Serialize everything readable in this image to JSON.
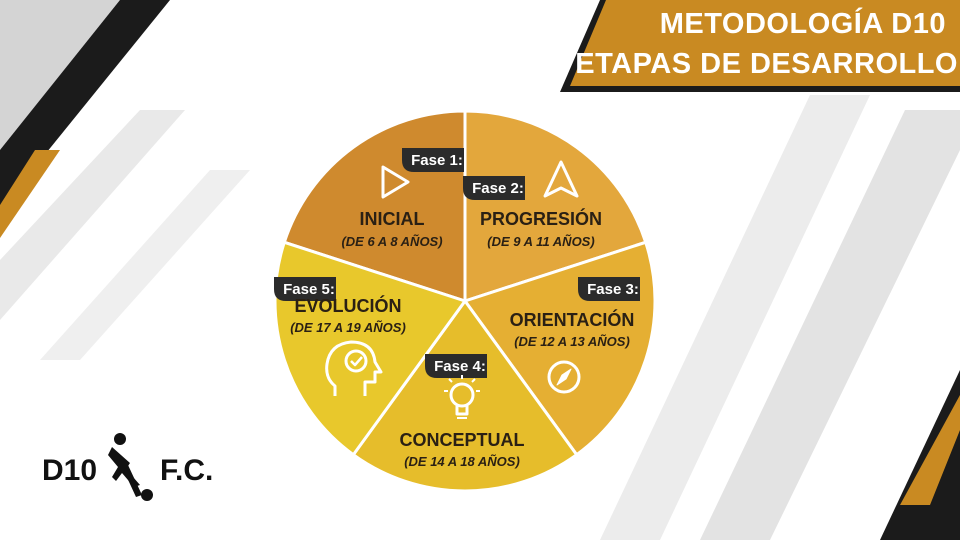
{
  "title": {
    "line1": "METODOLOGÍA D10",
    "line2": "ETAPAS DE DESARROLLO"
  },
  "colors": {
    "band": "#c98a22",
    "band_edge": "#1a1a1a",
    "phase1": "#cf8a2e",
    "phase2": "#e3a73c",
    "phase3": "#e5af33",
    "phase4": "#e6bd2b",
    "phase5": "#e8c82c",
    "tag": "#2b2b2b"
  },
  "phases": [
    {
      "tag": "Fase 1:",
      "name": "INICIAL",
      "range": "(DE 6 A 8 AÑOS)",
      "icon": "play-icon"
    },
    {
      "tag": "Fase 2:",
      "name": "PROGRESIÓN",
      "range": "(DE 9 A 11  AÑOS)",
      "icon": "arrow-up-icon"
    },
    {
      "tag": "Fase 3:",
      "name": "ORIENTACIÓN",
      "range": "(DE 12 A 13  AÑOS)",
      "icon": "compass-icon"
    },
    {
      "tag": "Fase 4:",
      "name": "CONCEPTUAL",
      "range": "(DE 14 A 18 AÑOS)",
      "icon": "lightbulb-icon"
    },
    {
      "tag": "Fase 5:",
      "name": "EVOLUCIÓN",
      "range": "(DE 17 A 19  AÑOS)",
      "icon": "head-check-icon"
    }
  ],
  "logo": {
    "left": "D10",
    "right": "F.C."
  }
}
